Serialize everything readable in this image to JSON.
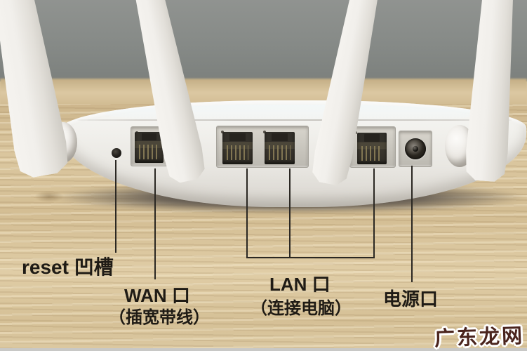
{
  "annotations": {
    "reset_label": "reset 凹槽",
    "wan_label": "WAN 口",
    "wan_note": "（插宽带线）",
    "lan_label": "LAN 口",
    "lan_note": "（连接电脑）",
    "power_label": "电源口"
  },
  "watermark": {
    "text": "广东龙网",
    "fill": "#4a241d",
    "outline": "#ffffff"
  },
  "hardware": {
    "device": "wireless-router-rear-panel",
    "antenna_count": 4,
    "ports": [
      "reset-hole",
      "wan-port",
      "lan-port-1",
      "lan-port-2",
      "lan-port-3",
      "power-jack"
    ]
  },
  "colors": {
    "wall": "#868a87",
    "desk_wood": "#d8c39a",
    "router_body": "#efeeea",
    "annotation_line": "#2b2823",
    "annotation_text": "#1f1b15"
  }
}
